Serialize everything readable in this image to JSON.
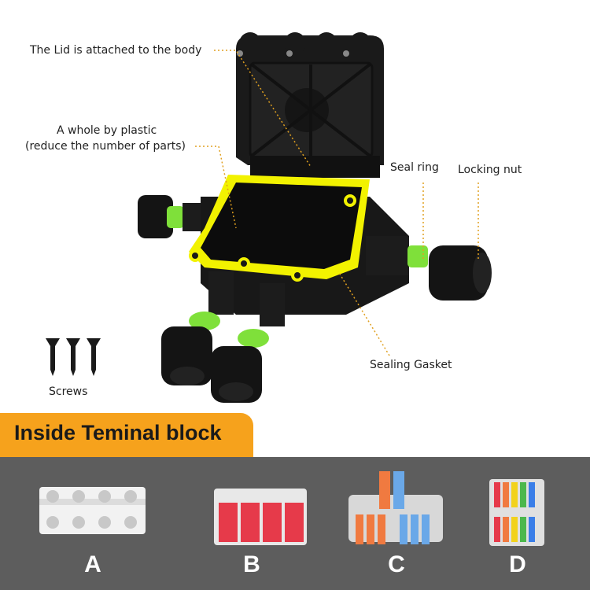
{
  "labels": {
    "lid": "The Lid is attached to the body",
    "whole_line1": "A whole by plastic",
    "whole_line2": "(reduce the number of parts)",
    "seal_ring": "Seal ring",
    "locking_nut": "Locking nut",
    "sealing_gasket": "Sealing Gasket",
    "screws": "Screws"
  },
  "banner": {
    "title": "Inside Teminal block"
  },
  "terminal_blocks": [
    {
      "letter": "A"
    },
    {
      "letter": "B"
    },
    {
      "letter": "C"
    },
    {
      "letter": "D"
    }
  ],
  "colors": {
    "banner": "#f6a21c",
    "bottom_panel": "#5d5d5d",
    "gasket": "#f2f200",
    "seal_ring": "#7fe03a",
    "body": "#151515",
    "leader_line": "#e0a020"
  }
}
